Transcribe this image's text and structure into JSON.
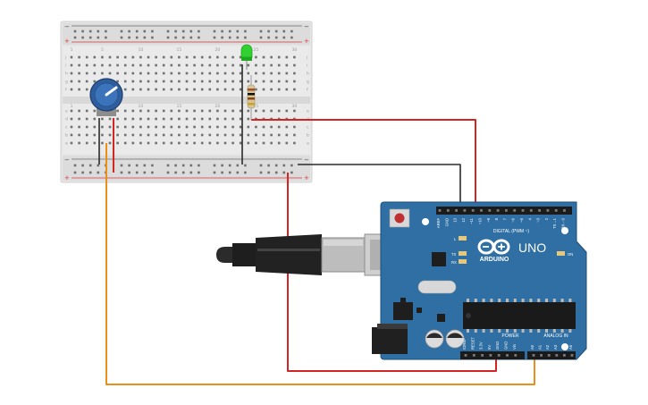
{
  "breadboard": {
    "columns": [
      "1",
      "5",
      "10",
      "15",
      "20",
      "25",
      "30"
    ],
    "rows_top": [
      "j",
      "i",
      "h",
      "g",
      "f"
    ],
    "rows_bottom": [
      "e",
      "d",
      "c",
      "b",
      "a"
    ],
    "rail_plus": "+",
    "rail_minus": "−"
  },
  "arduino": {
    "brand": "ARDUINO",
    "model": "UNO",
    "digital_label": "DIGITAL (PWM ~)",
    "power_label": "POWER",
    "analog_label": "ANALOG IN",
    "on_label": "ON",
    "led_l": "L",
    "led_tx": "TX",
    "led_rx": "RX",
    "top_pins": [
      "AREF",
      "GND",
      "13",
      "12",
      "~11",
      "~10",
      "~9",
      "8",
      "7",
      "~6",
      "~5",
      "4",
      "~3",
      "2",
      "TX→1",
      "RX←0"
    ],
    "power_pins": [
      "IOREF",
      "RESET",
      "3.3V",
      "5V",
      "GND",
      "GND",
      "Vin"
    ],
    "analog_pins": [
      "A0",
      "A1",
      "A2",
      "A3",
      "A4",
      "A5"
    ]
  },
  "colors": {
    "wire_red": "#d42525",
    "wire_black": "#2a2a2a",
    "wire_orange": "#e8901a",
    "board_blue": "#2f6fa3",
    "breadboard": "#e9e9e9",
    "led_green": "#2fd02f",
    "pot_blue": "#2f5e9e"
  }
}
